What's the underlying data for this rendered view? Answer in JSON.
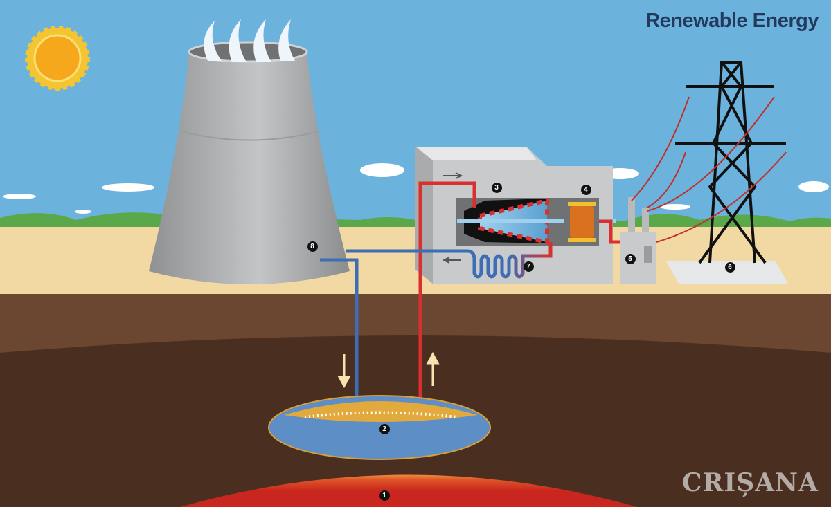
{
  "title": "Renewable Energy",
  "watermark": "CRIȘANA",
  "labels": [
    "1",
    "2",
    "3",
    "4",
    "5",
    "6",
    "7",
    "8"
  ],
  "colors": {
    "sky": "#6bb3dc",
    "sand": "#f2d9a4",
    "earth": "#4a2f20",
    "hot": "#d9302f",
    "cold": "#3c6db5"
  }
}
